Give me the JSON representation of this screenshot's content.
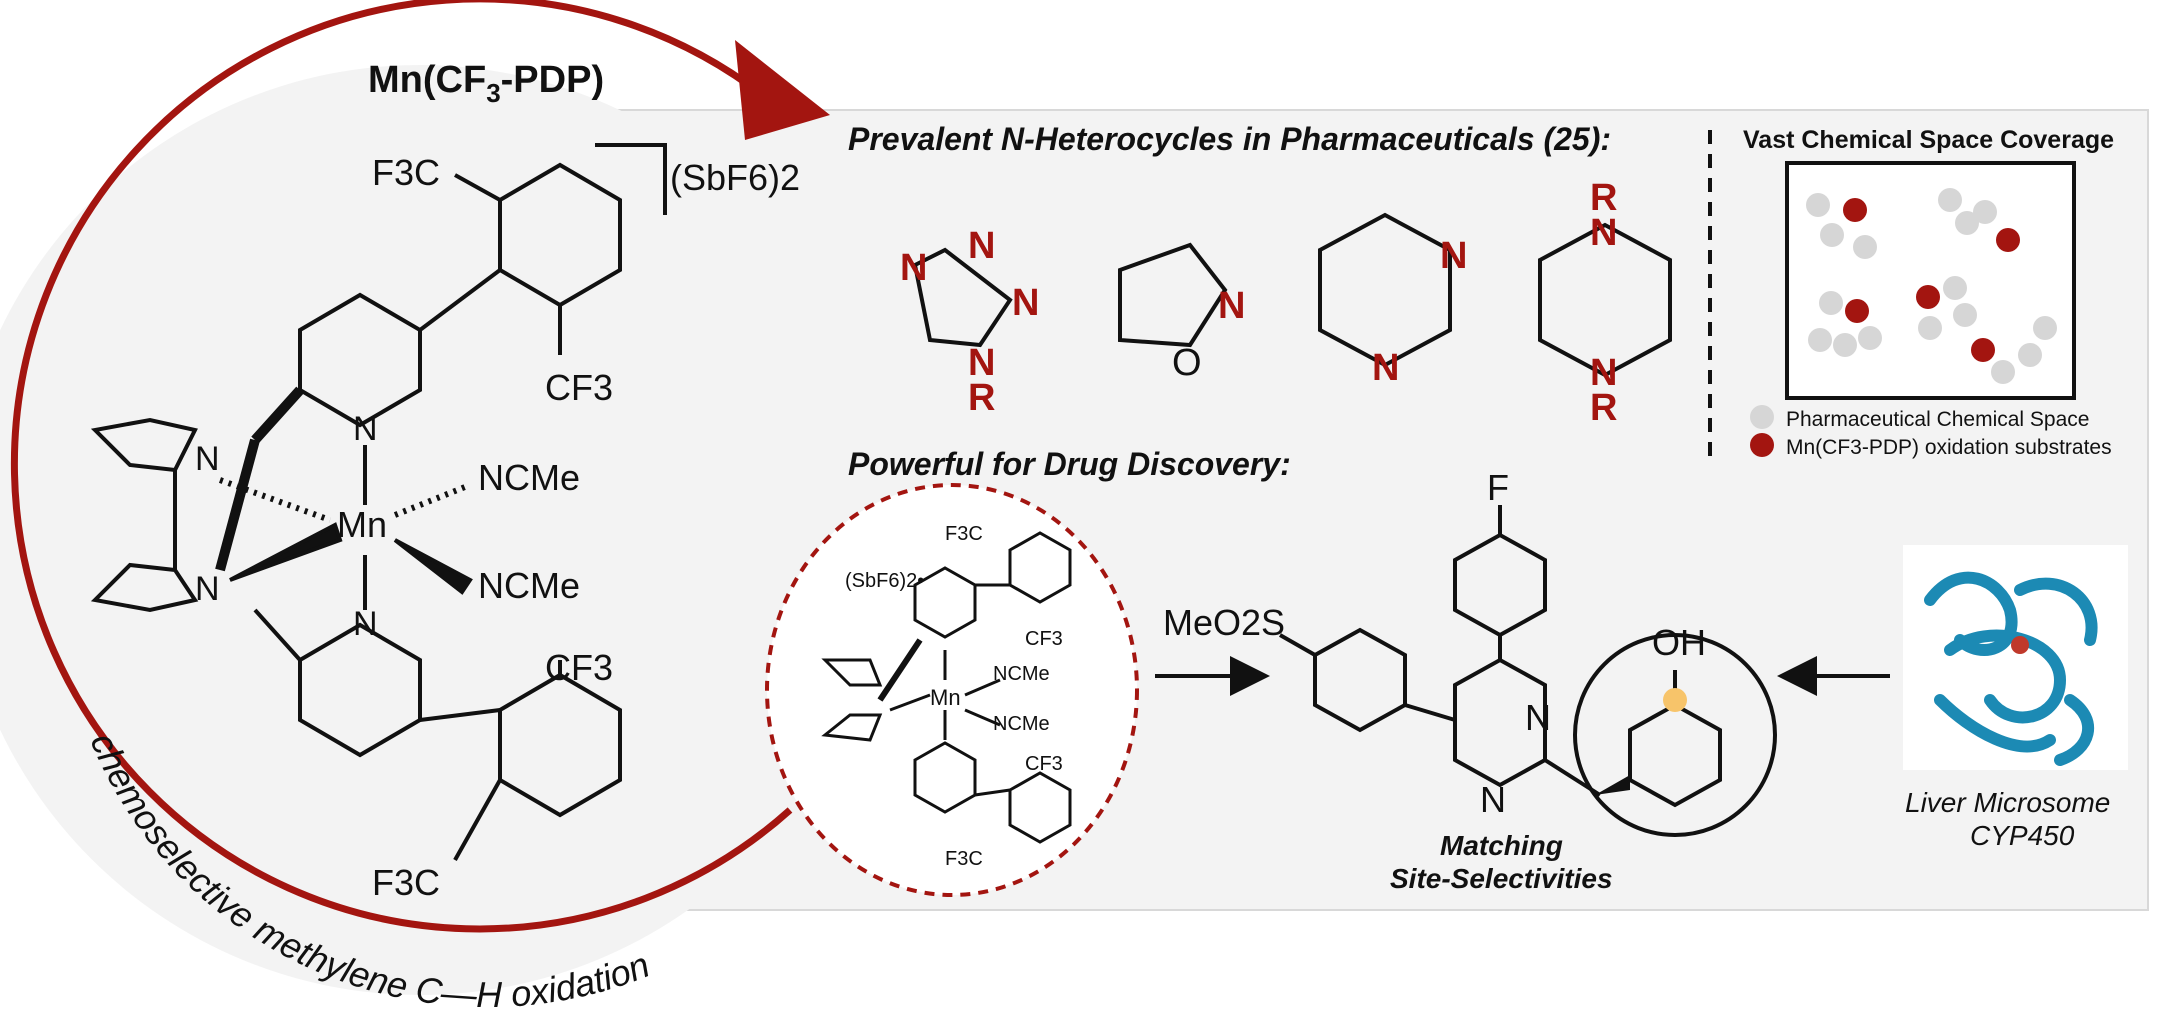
{
  "catalyst": {
    "title_main": "Mn(CF",
    "title_sub": "3",
    "title_tail": "-PDP)",
    "counterion": "(SbF6)2",
    "arc_caption": "chemoselective methylene C—H oxidation",
    "metal": "Mn",
    "ligands": [
      "NCMe",
      "NCMe"
    ],
    "cf3_label": "CF3",
    "f3c_label": "F3C",
    "n_label": "N"
  },
  "heterocycles": {
    "heading": "Prevalent N-Heterocycles in Pharmaceuticals (25):",
    "atoms": {
      "n": "N",
      "o": "O",
      "r": "R"
    }
  },
  "coverage": {
    "title": "Vast Chemical Space Coverage",
    "legend": [
      {
        "label": "Pharmaceutical Chemical Space",
        "color": "#d6d6d6"
      },
      {
        "label": "Mn(CF3-PDP) oxidation substrates",
        "color": "#a31510"
      }
    ]
  },
  "discovery": {
    "heading": "Powerful for Drug Discovery:",
    "small_catalyst_counterion": "(SbF6)2•",
    "reagent": "MeO2S",
    "product_labels": [
      "F",
      "N",
      "N",
      "OH"
    ],
    "caption_line1": "Matching",
    "caption_line2": "Site-Selectivities",
    "enzyme_line1": "Liver Microsome",
    "enzyme_line2": "CYP450"
  },
  "colors": {
    "accent": "#a31510",
    "panel": "#f3f3f3",
    "highlight": "#f7c46a",
    "protein": "#1c8ab4"
  }
}
